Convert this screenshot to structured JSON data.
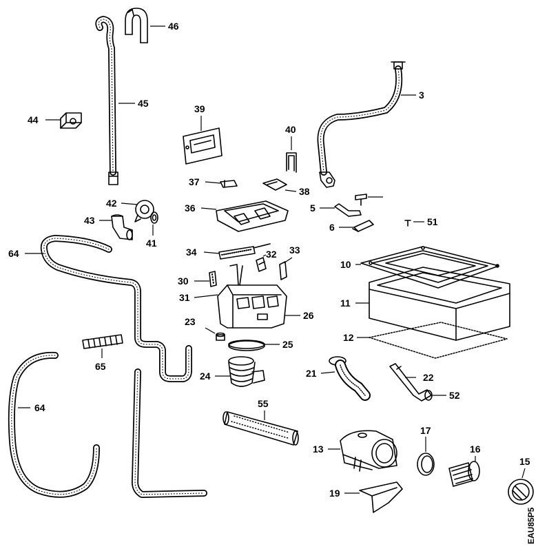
{
  "diagram": {
    "code": "EAU85P5",
    "labels": {
      "l46": "46",
      "l45": "45",
      "l44": "44",
      "l39": "39",
      "l40": "40",
      "l3": "3",
      "l37": "37",
      "l38": "38",
      "l42": "42",
      "l43": "43",
      "l41": "41",
      "l36": "36",
      "l5": "5",
      "l6": "6",
      "l51": "51",
      "l64a": "64",
      "l34": "34",
      "l32": "32",
      "l33": "33",
      "l10": "10",
      "l30": "30",
      "l31": "31",
      "l11": "11",
      "l23": "23",
      "l26": "26",
      "l12": "12",
      "l25": "25",
      "l65": "65",
      "l24": "24",
      "l21": "21",
      "l22": "22",
      "l52": "52",
      "l64b": "64",
      "l55": "55",
      "l17": "17",
      "l13": "13",
      "l16": "16",
      "l15": "15",
      "l19": "19"
    }
  }
}
